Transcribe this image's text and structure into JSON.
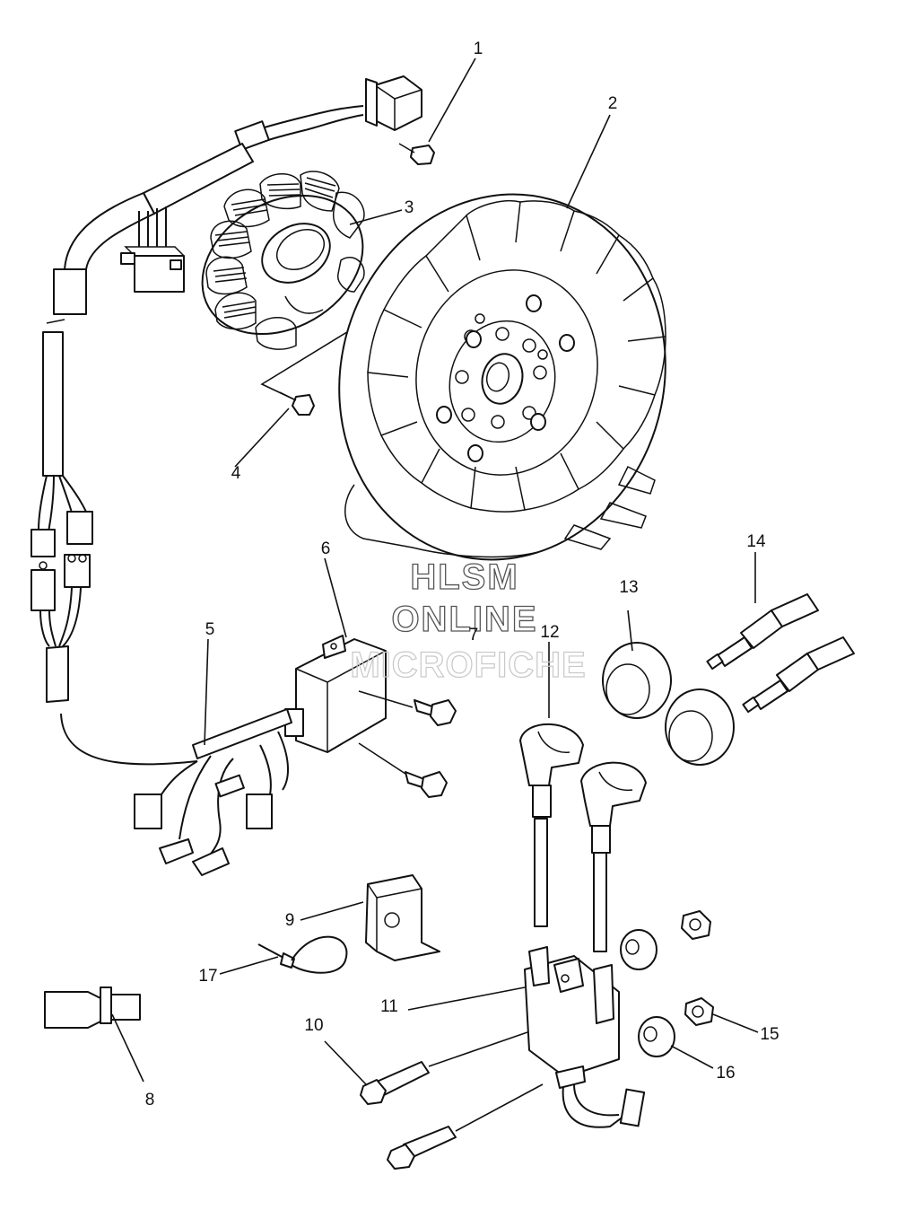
{
  "watermark": {
    "line1": "HLSM",
    "line2": "ONLINE",
    "line3": "MICROFICHE"
  },
  "callouts": [
    "1",
    "2",
    "3",
    "4",
    "5",
    "6",
    "7",
    "8",
    "9",
    "10",
    "11",
    "12",
    "13",
    "14",
    "15",
    "16",
    "17"
  ]
}
